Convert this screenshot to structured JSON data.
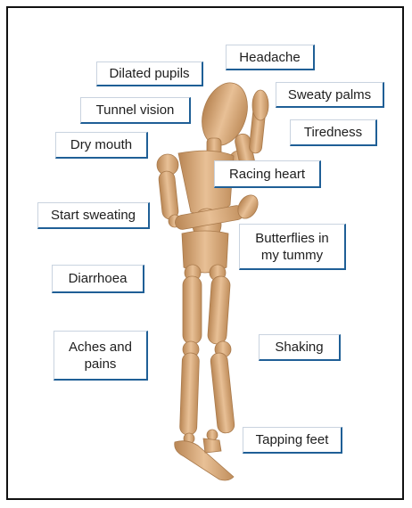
{
  "labels": {
    "headache": "Headache",
    "dilated_pupils": "Dilated pupils",
    "sweaty_palms": "Sweaty palms",
    "tunnel_vision": "Tunnel vision",
    "tiredness": "Tiredness",
    "dry_mouth": "Dry mouth",
    "racing_heart": "Racing heart",
    "start_sweating": "Start sweating",
    "butterflies": "Butterflies in\nmy tummy",
    "diarrhoea": "Diarrhoea",
    "aches_pains": "Aches and\npains",
    "shaking": "Shaking",
    "tapping_feet": "Tapping feet"
  },
  "colors": {
    "label_border": "#1f5f96",
    "wood": "#dcae80"
  }
}
